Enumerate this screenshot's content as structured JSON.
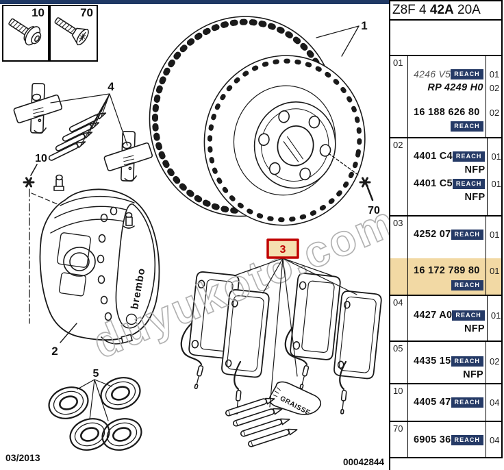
{
  "header": {
    "code_prefix": "Z8F 4 ",
    "code_bold": "42A",
    "code_suffix": " 20A"
  },
  "reach_label": "REACH",
  "watermark": "duyukoto.com",
  "footer": {
    "date": "03/2013",
    "doc_number": "00042844"
  },
  "screw_boxes": {
    "left_label": "10",
    "right_label": "70"
  },
  "callouts": {
    "disc": "1",
    "caliper": "2",
    "pads": "3",
    "hardware": "4",
    "seals": "5",
    "bolt": "10",
    "screw": "70"
  },
  "diagram": {
    "brembo_logo": "brembo",
    "grease_sachet": "GRAISSE"
  },
  "colors": {
    "top_bar": "#1f3864",
    "reach_badge": "#253a66",
    "row_highlight": "#f2d9a4",
    "callout_box_border": "#c00000",
    "callout_box_fill": "#f5dfb0",
    "callout_box_text": "#c00000"
  },
  "table": {
    "rows": [
      {
        "index": "01",
        "lines": [
          {
            "ref": "4246 V5",
            "qty": "01"
          },
          {
            "ref": "RP 4249 H0",
            "qty": "02"
          },
          {
            "ref": "16 188 626 80",
            "qty": "02"
          }
        ]
      },
      {
        "index": "02",
        "lines": [
          {
            "ref": "4401 C4",
            "qty": "01"
          },
          {
            "ref": "NFP"
          },
          {
            "ref": "4401 C5",
            "qty": "01"
          },
          {
            "ref": "NFP"
          }
        ]
      },
      {
        "index": "03",
        "lines": [
          {
            "ref": "4252 07",
            "qty": "01"
          },
          {
            "ref": "16 172 789 80",
            "qty": "01",
            "highlighted": true
          }
        ]
      },
      {
        "index": "04",
        "lines": [
          {
            "ref": "4427 A0",
            "qty": "01"
          },
          {
            "ref": "NFP"
          }
        ]
      },
      {
        "index": "05",
        "lines": [
          {
            "ref": "4435 15",
            "qty": "02"
          },
          {
            "ref": "NFP"
          }
        ]
      },
      {
        "index": "10",
        "lines": [
          {
            "ref": "4405 47",
            "qty": "04"
          }
        ]
      },
      {
        "index": "70",
        "lines": [
          {
            "ref": "6905 36",
            "qty": "04"
          }
        ]
      }
    ]
  }
}
